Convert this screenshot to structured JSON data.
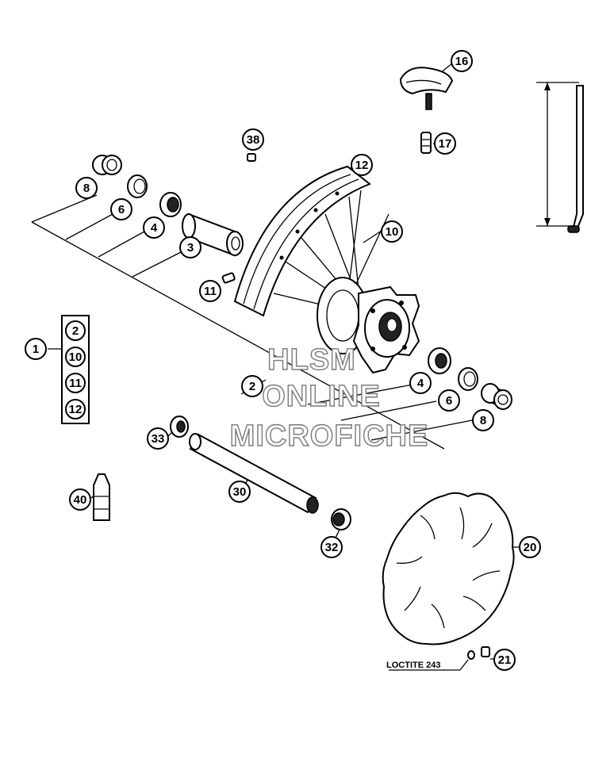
{
  "callouts": {
    "c1": "1",
    "c2": "2",
    "c2b": "2",
    "c3": "3",
    "c4": "4",
    "c4b": "4",
    "c6": "6",
    "c6b": "6",
    "c8": "8",
    "c8b": "8",
    "c10": "10",
    "c11": "11",
    "c12": "12",
    "c16": "16",
    "c17": "17",
    "c20": "20",
    "c21": "21",
    "c30": "30",
    "c32": "32",
    "c33": "33",
    "c38": "38",
    "c40": "40"
  },
  "kit_box": [
    "2",
    "10",
    "11",
    "12"
  ],
  "note_loctite": "LOCTITE 243",
  "watermark": [
    "HLSM",
    "ONLINE",
    "MICROFICHE"
  ]
}
